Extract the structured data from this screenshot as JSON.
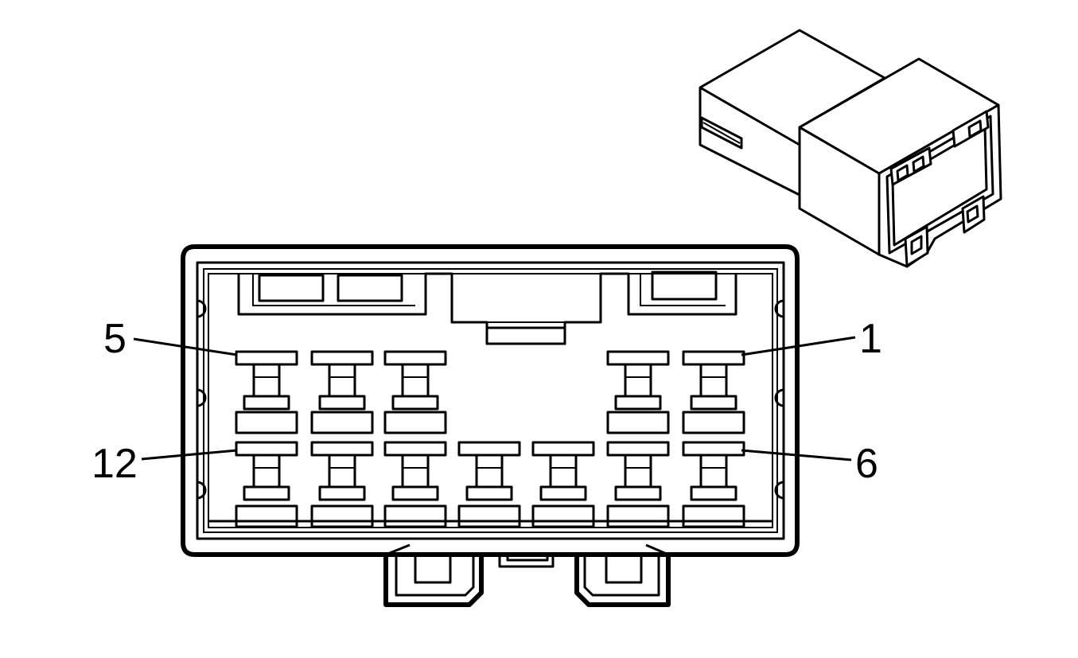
{
  "diagram": {
    "labels": {
      "pin_5": "5",
      "pin_1": "1",
      "pin_12": "12",
      "pin_6": "6"
    },
    "line_color": "#000000",
    "background_color": "#ffffff",
    "top_row_cavities": 5,
    "bottom_row_cavities": 7
  }
}
